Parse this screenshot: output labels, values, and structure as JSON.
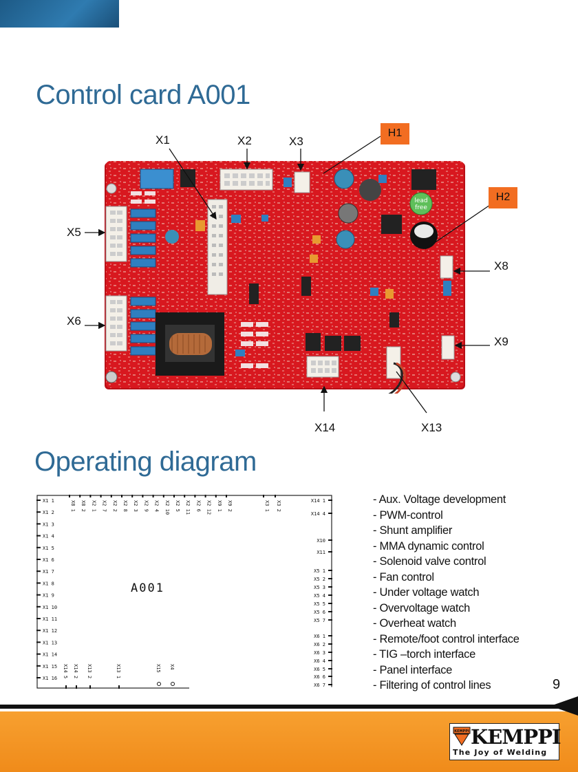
{
  "headings": {
    "section1": "Control card A001",
    "section2": "Operating diagram"
  },
  "board_labels": {
    "x1": "X1",
    "x2": "X2",
    "x3": "X3",
    "x5": "X5",
    "x6": "X6",
    "x8": "X8",
    "x9": "X9",
    "x13": "X13",
    "x14": "X14",
    "h1": "H1",
    "h2": "H2",
    "lead_free_line1": "lead",
    "lead_free_line2": "free"
  },
  "diagram": {
    "card_name": "A001",
    "left_pins": [
      "X1 1",
      "X1 2",
      "X1 3",
      "X1 4",
      "X1 5",
      "X1 6",
      "X1 7",
      "X1 8",
      "X1 9",
      "X1 10",
      "X1 11",
      "X1 12",
      "X1 13",
      "X1 14",
      "X1 15",
      "X1 16"
    ],
    "top_pins": [
      "X8 1",
      "X8 2",
      "X2 1",
      "X2 7",
      "X2 2",
      "X2 8",
      "X2 3",
      "X2 9",
      "X2 4",
      "X2 10",
      "X2 5",
      "X2 11",
      "X2 6",
      "X2 12",
      "X9 1",
      "X9 2",
      "X3 1",
      "X3 2"
    ],
    "right_pins": [
      "X14 1",
      "X14 4",
      "X10",
      "X11",
      "X5 1",
      "X5 2",
      "X5 3",
      "X5 4",
      "X5 5",
      "X5 6",
      "X5 7",
      "X6 1",
      "X6 2",
      "X6 3",
      "X6 4",
      "X6 5",
      "X6 6",
      "X6 7"
    ],
    "bottom_pins": [
      "X14 5",
      "X14 2",
      "X13 2",
      "X13 1",
      "X15",
      "X4"
    ]
  },
  "functions": [
    "- Aux. Voltage development",
    "- PWM-control",
    "- Shunt amplifier",
    "- MMA dynamic control",
    "- Solenoid valve control",
    "- Fan control",
    "- Under voltage watch",
    "- Overvoltage watch",
    "- Overheat watch",
    "- Remote/foot control interface",
    "- TIG –torch interface",
    "- Panel interface",
    "- Filtering of control lines"
  ],
  "page_number": "9",
  "logo": {
    "brand": "KEMPPI",
    "tagline": "The Joy of Welding",
    "mark_text": "KEMPPI"
  },
  "colors": {
    "heading": "#2f6a95",
    "highlight_box": "#f26d21",
    "footer": "#f08b1a",
    "board_red": "#d8181f"
  }
}
